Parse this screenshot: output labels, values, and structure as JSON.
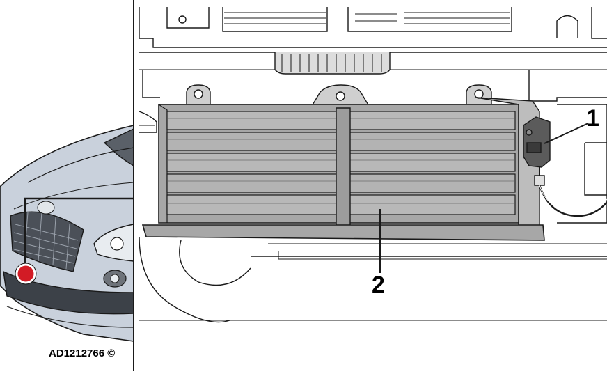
{
  "figure": {
    "reference_code": "AD1212766 ©",
    "callouts": [
      {
        "number": "1",
        "label": "1"
      },
      {
        "number": "2",
        "label": "2"
      }
    ],
    "colors": {
      "car_body": "#c9d1dc",
      "shutter_panel": "#a7a7a7",
      "marker": "#d21b25",
      "line": "#1a1a1a",
      "background": "#ffffff"
    }
  }
}
